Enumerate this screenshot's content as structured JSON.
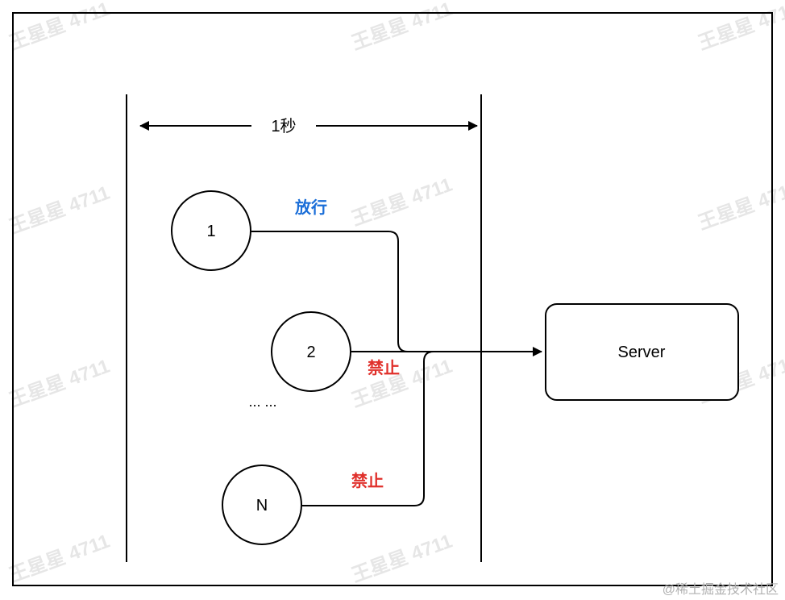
{
  "diagram": {
    "interval_label": "1秒",
    "nodes": [
      {
        "id": "1",
        "label": "1"
      },
      {
        "id": "2",
        "label": "2"
      },
      {
        "id": "N",
        "label": "N"
      }
    ],
    "ellipsis": "... ...",
    "edge_labels": {
      "allow": "放行",
      "deny_2": "禁止",
      "deny_n": "禁止"
    },
    "server_label": "Server"
  },
  "watermark": {
    "text": "王星星 4711",
    "credit": "@稀土掘金技术社区"
  },
  "colors": {
    "line": "#000000",
    "allow": "#1a6ed8",
    "deny": "#e0302b",
    "watermark": "#e6e6e6",
    "credit": "#b0b0b0"
  }
}
